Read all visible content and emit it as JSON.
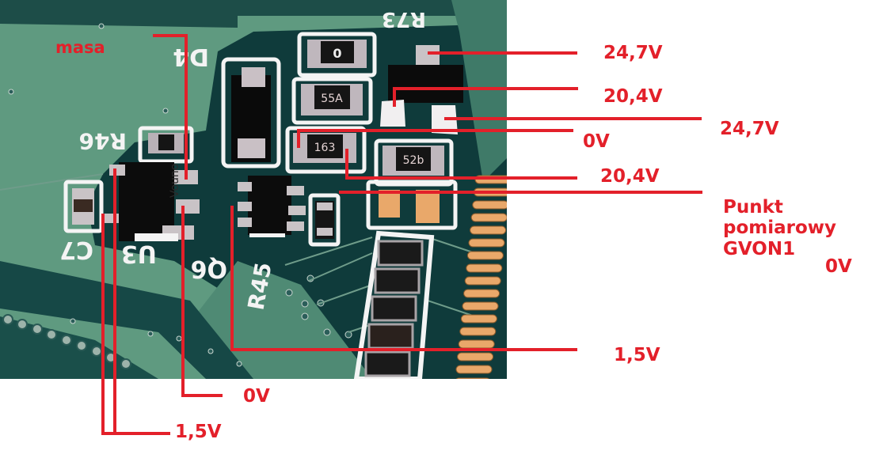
{
  "board": {
    "silkscreen": [
      "R73",
      "D4",
      "R46",
      "C7",
      "U3",
      "Q6",
      "R45"
    ],
    "chip_markings": [
      "0",
      "55A",
      "163",
      "52b",
      "Vouno"
    ],
    "colors": {
      "solder_mask_light": "#5f9a80",
      "solder_mask_dark": "#0e3a3a",
      "pad": "#e9a86a",
      "annotation": "#e3202a",
      "silk": "#f4f4f4"
    }
  },
  "annotations": {
    "masa": "masa",
    "v_top_1": "24,7V",
    "v_top_2": "20,4V",
    "v_right_1": "24,7V",
    "v_mid_0": "0V",
    "v_mid_2": "20,4V",
    "test_point_line1": "Punkt",
    "test_point_line2": "pomiarowy",
    "test_point_line3": "GVON1",
    "test_point_value": "0V",
    "v_bottom_right": "1,5V",
    "v_bottom_0": "0V",
    "v_bottom_15": "1,5V"
  }
}
